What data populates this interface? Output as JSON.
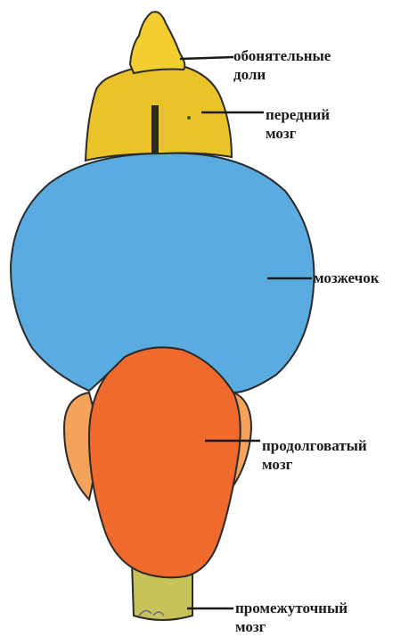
{
  "labels": {
    "olfactory_lobes": {
      "line1": "обонятельные",
      "line2": "доли"
    },
    "forebrain": {
      "line1": "передний",
      "line2": "мозг"
    },
    "cerebellum": {
      "line1": "мозжечок"
    },
    "medulla": {
      "line1": "продолговатый",
      "line2": "мозг"
    },
    "diencephalon": {
      "line1": "промежуточный",
      "line2": "мозг"
    }
  },
  "colors": {
    "olfactory": "#f2cf2f",
    "forebrain": "#e9c327",
    "cerebellum": "#5aace0",
    "medulla": "#f06a2e",
    "medulla_side": "#f5a35a",
    "stem": "#c8c25a",
    "outline": "#2a2a2a",
    "leader": "#1a1a1a"
  }
}
